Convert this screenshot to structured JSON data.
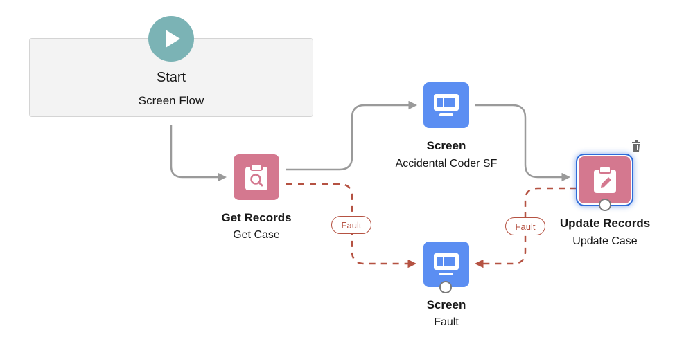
{
  "start": {
    "title": "Start",
    "subtitle": "Screen Flow",
    "icon": "play-icon",
    "color": "#7bb3b5"
  },
  "nodes": {
    "get_records": {
      "type": "Get Records",
      "label": "Get Case",
      "icon": "clipboard-search-icon",
      "color": "#d4788f"
    },
    "screen_main": {
      "type": "Screen",
      "label": "Accidental Coder SF",
      "icon": "screen-icon",
      "color": "#5b8ef2"
    },
    "update_records": {
      "type": "Update Records",
      "label": "Update Case",
      "icon": "clipboard-edit-icon",
      "color": "#d4788f",
      "selected": true
    },
    "screen_fault": {
      "type": "Screen",
      "label": "Fault",
      "icon": "screen-icon",
      "color": "#5b8ef2"
    }
  },
  "fault_labels": {
    "left": "Fault",
    "right": "Fault"
  },
  "toolbar": {
    "delete_icon": "trash-icon"
  },
  "colors": {
    "connector": "#9a9a9a",
    "fault": "#b55242",
    "selection": "#2e6bd9"
  }
}
